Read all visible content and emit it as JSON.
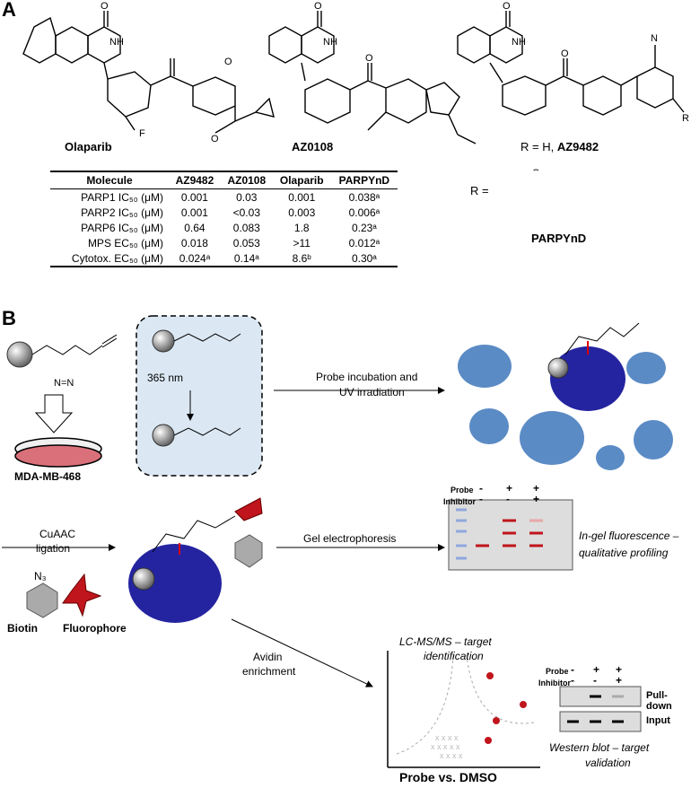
{
  "panels": {
    "a": "A",
    "b": "B"
  },
  "molecules": {
    "olaparib": "Olaparib",
    "az0108": "AZ0108",
    "az9482_prefix": "R = H, ",
    "az9482": "AZ9482",
    "parpynd": "PARPYnD",
    "r_equals": "R ="
  },
  "table": {
    "headers": [
      "Molecule",
      "AZ9482",
      "AZ0108",
      "Olaparib",
      "PARPYnD"
    ],
    "rows": [
      {
        "label": "PARP1 IC₅₀ (μM)",
        "cells": [
          "0.001",
          "0.03",
          "0.001",
          "0.038ᵃ"
        ]
      },
      {
        "label": "PARP2 IC₅₀ (μM)",
        "cells": [
          "0.001",
          "<0.03",
          "0.003",
          "0.006ᵃ"
        ]
      },
      {
        "label": "PARP6 IC₅₀ (μM)",
        "cells": [
          "0.64",
          "0.083",
          "1.8",
          "0.23ᵃ"
        ]
      },
      {
        "label": "MPS EC₅₀ (μM)",
        "cells": [
          "0.018",
          "0.053",
          ">11",
          "0.012ᵃ"
        ]
      },
      {
        "label": "Cytotox. EC₅₀ (μM)",
        "cells": [
          "0.024ᵃ",
          "0.14ᵃ",
          "8.6ᵇ",
          "0.30ᵃ"
        ]
      }
    ]
  },
  "panel_b": {
    "cell_line": "MDA-MB-468",
    "wavelength": "365 nm",
    "step1": "Probe incubation and",
    "step1b": "UV irradiation",
    "cuaac": "CuAAC",
    "ligation": "ligation",
    "azide": "N₃",
    "biotin": "Biotin",
    "fluorophore": "Fluorophore",
    "gel_step": "Gel electrophoresis",
    "avidin1": "Avidin",
    "avidin2": "enrichment",
    "ingel1": "In-gel fluorescence –",
    "ingel2": "qualitative profiling",
    "lcms1": "LC-MS/MS – target",
    "lcms2": "identification",
    "volcano_x": "Probe vs. DMSO",
    "probe": "Probe",
    "inhibitor": "Inhibitor",
    "gel_probe": [
      "-",
      "+",
      "+"
    ],
    "gel_inhib": [
      "-",
      "-",
      "+"
    ],
    "pulldown": "Pull-down",
    "input": "Input",
    "wb1": "Western blot – target",
    "wb2": "validation"
  }
}
